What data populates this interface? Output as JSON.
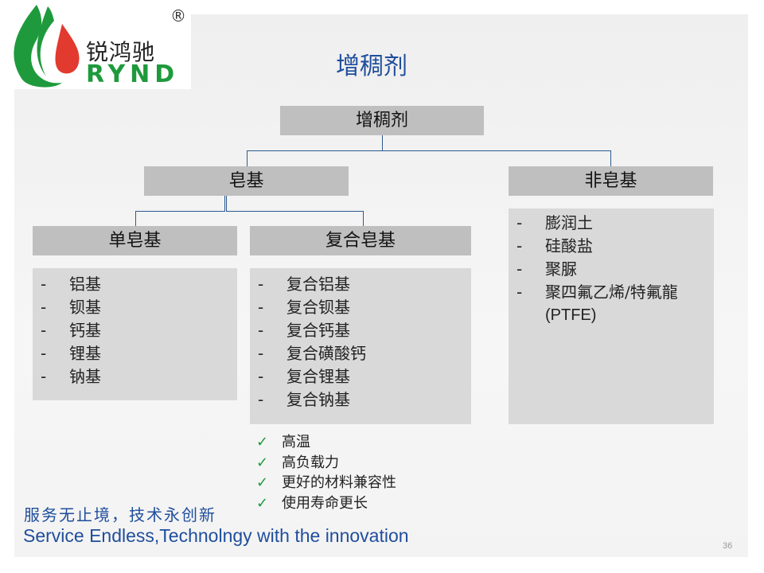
{
  "logo": {
    "cn": "锐鸿驰",
    "en": "RYND",
    "reg": "®"
  },
  "title": "增稠剂",
  "tree": {
    "root": "增稠剂",
    "soap": "皂基",
    "non_soap": "非皂基",
    "simple_soap": "单皂基",
    "complex_soap": "复合皂基",
    "simple_items": [
      "铝基",
      "钡基",
      "钙基",
      "锂基",
      "钠基"
    ],
    "complex_items": [
      "复合铝基",
      "复合钡基",
      "复合钙基",
      "复合磺酸钙",
      "复合锂基",
      "复合钠基"
    ],
    "non_soap_items": [
      "膨润土",
      "硅酸盐",
      "聚脲",
      "聚四氟乙烯/特氟龍",
      "(PTFE)"
    ],
    "dash": "-"
  },
  "advantages": [
    "高温",
    "高负载力",
    "更好的材料兼容性",
    "使用寿命更长"
  ],
  "check": "✓",
  "footer": {
    "slogan_cn": "服务无止境，技术永创新",
    "slogan_en": "Service Endless,Technolngy with the innovation",
    "page": "36"
  }
}
